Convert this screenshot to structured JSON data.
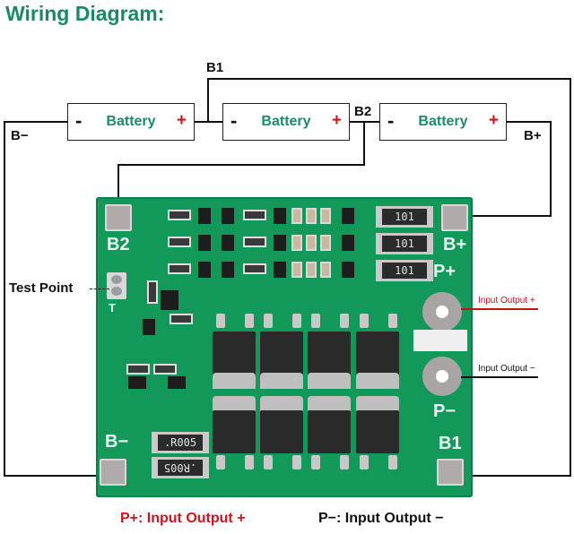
{
  "title": "Wiring Diagram:",
  "batteries": [
    {
      "label": "Battery",
      "neg": "-",
      "pos": "+"
    },
    {
      "label": "Battery",
      "neg": "-",
      "pos": "+"
    },
    {
      "label": "Battery",
      "neg": "-",
      "pos": "+"
    }
  ],
  "nodes": {
    "b_minus": "B−",
    "b1": "B1",
    "b2": "B2",
    "b_plus": "B+"
  },
  "pcb_labels": {
    "b2": "B2",
    "b_plus": "B+",
    "p_plus": "P+",
    "p_minus": "P−",
    "b_minus": "B−",
    "b1": "B1",
    "t": "T"
  },
  "resistors_101": [
    "101",
    "101",
    "101"
  ],
  "shunts": [
    ".R005",
    ".R005"
  ],
  "test_point": "Test Point",
  "callouts": {
    "io_plus": "Input Output +",
    "io_minus": "Input Output −"
  },
  "legend": {
    "p_plus": "P+: Input Output +",
    "p_minus": "P−: Input Output −"
  },
  "colors": {
    "title": "#1a8a62",
    "battery_label": "#1c8c6a",
    "positive": "#d0141c",
    "pcb": "#12995a"
  }
}
